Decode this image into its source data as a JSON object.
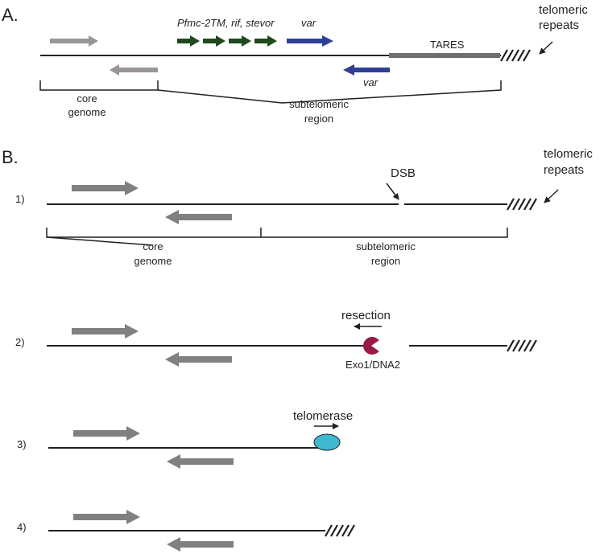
{
  "panel_a": {
    "letter": "A.",
    "genes_label": "Pfmc-2TM, rif, stevor",
    "var_top_label": "var",
    "var_bottom_label": "var",
    "tares_label": "TARES",
    "telomeric_line1": "telomeric",
    "telomeric_line2": "repeats",
    "core_line1": "core",
    "core_line2": "genome",
    "subtel_line1": "subtelomeric",
    "subtel_line2": "region"
  },
  "panel_b": {
    "letter": "B.",
    "telomeric_line1": "telomeric",
    "telomeric_line2": "repeats",
    "step1": {
      "number": "1)",
      "dsb_label": "DSB",
      "core_line1": "core",
      "core_line2": "genome",
      "subtel_line1": "subtelomeric",
      "subtel_line2": "region"
    },
    "step2": {
      "number": "2)",
      "resection_label": "resection",
      "enzyme_label": "Exo1/DNA2"
    },
    "step3": {
      "number": "3)",
      "telomerase_label": "telomerase"
    },
    "step4": {
      "number": "4)"
    }
  },
  "colors": {
    "line": "#231f20",
    "grey_arrow": "#808080",
    "light_arrow": "#9a9599",
    "green_arrow": "#1f4a1f",
    "blue_arrow": "#2e3f96",
    "tares_bar": "#6d6e71",
    "exo_pacman": "#9b1b45",
    "telomerase": "#3fb8d0"
  }
}
